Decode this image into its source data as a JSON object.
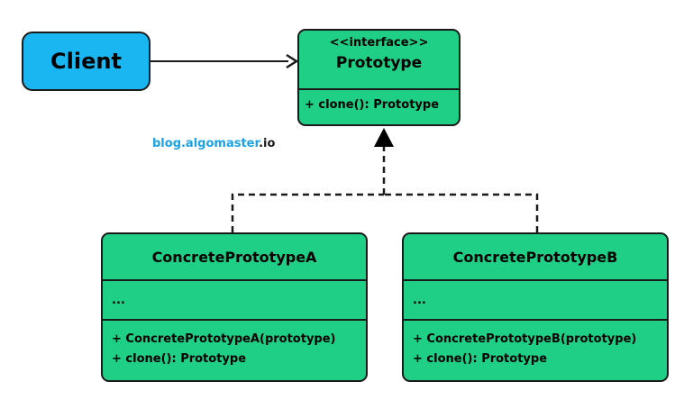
{
  "client": {
    "label": "Client"
  },
  "interface": {
    "stereotype": "<<interface>>",
    "name": "Prototype",
    "methods": [
      "+ clone(): Prototype"
    ]
  },
  "concrete_a": {
    "name": "ConcretePrototypeA",
    "fields": "...",
    "methods": [
      "+ ConcretePrototypeA(prototype)",
      "+ clone(): Prototype"
    ]
  },
  "concrete_b": {
    "name": "ConcretePrototypeB",
    "fields": "...",
    "methods": [
      "+ ConcretePrototypeB(prototype)",
      "+ clone(): Prototype"
    ]
  },
  "credit": {
    "domain": "blog.algomaster",
    "tld": ".io"
  },
  "colors": {
    "client_fill": "#19b6f2",
    "class_fill": "#1fcf86",
    "border": "#1a1a1a",
    "credit_blue": "#1aa3e8"
  }
}
